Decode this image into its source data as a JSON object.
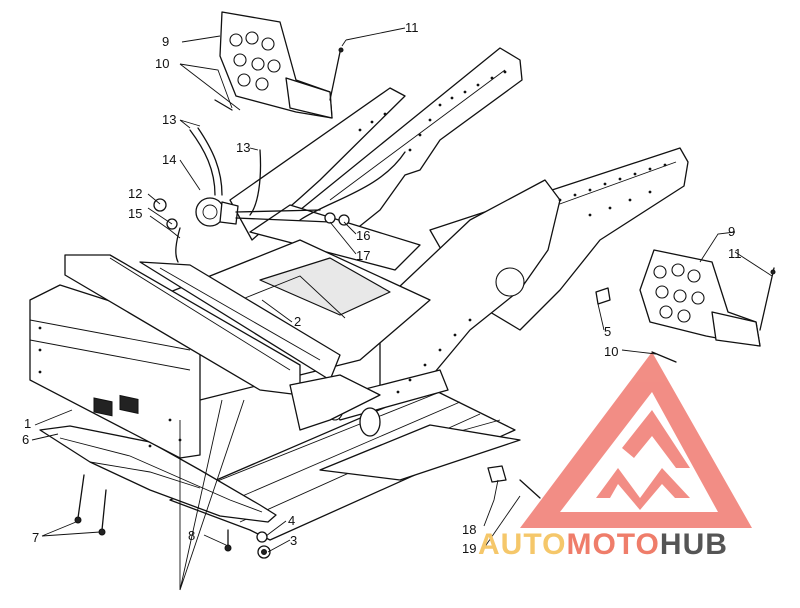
{
  "labels": {
    "l1": "1",
    "l2": "2",
    "l3": "3",
    "l4": "4",
    "l5": "5",
    "l6": "6",
    "l7": "7",
    "l8": "8",
    "l9a": "9",
    "l9b": "9",
    "l10a": "10",
    "l10b": "10",
    "l11a": "11",
    "l11b": "11",
    "l12": "12",
    "l13a": "13",
    "l13b": "13",
    "l14": "14",
    "l15": "15",
    "l16": "16",
    "l17": "17",
    "l18": "18",
    "l19": "19"
  },
  "watermark": {
    "part1": "AUTO",
    "part2": "MOTO",
    "part3": "HUB",
    "color_auto": "#f5c76a",
    "color_moto": "#ef7d6a",
    "color_hub": "#555555",
    "logo_color": "#ef5a50"
  }
}
